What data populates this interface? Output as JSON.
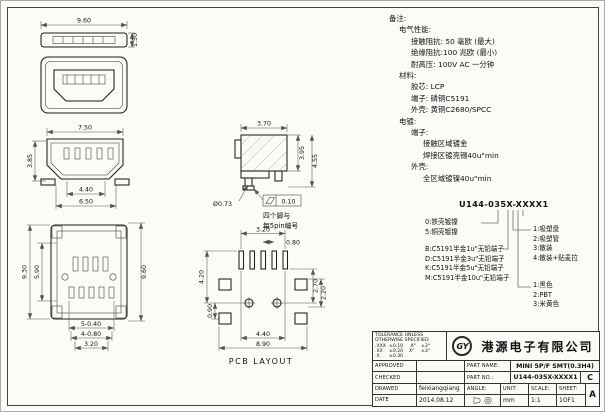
{
  "views": {
    "top_view": {
      "dim_width": "9.60",
      "dim_height": "1.50"
    },
    "front_view": {
      "dim_top": "7.50",
      "dim_left": "3.85",
      "dim_inner": "4.40",
      "dim_outer": "6.50"
    },
    "side_view": {
      "dim_top": "3.70",
      "dim_right_inner": "3.95",
      "dim_right_outer": "4.55",
      "dim_hole": "Ø0.73",
      "flatness_value": "0.10",
      "note_line1": "四个脚与",
      "note_line2": "每5pin编号"
    },
    "bottom_view": {
      "dim_left_outer": "9.30",
      "dim_left_inner": "5.90",
      "dim_right": "9.60",
      "dim_pins": "5-0.40",
      "dim_slots": "4-0.80",
      "dim_span": "3.20"
    },
    "pcb_layout": {
      "caption": "PCB LAYOUT",
      "dim_top_span": "3.20",
      "dim_pitch": "0.80",
      "dim_left_outer": "4.20",
      "dim_left_inner": "0.90",
      "dim_right_upper": "2.70",
      "dim_right_lower": "2.20",
      "dim_bottom_inner": "4.40",
      "dim_bottom_outer": "8.90"
    }
  },
  "notes": {
    "heading": "备注:",
    "electrical_heading": "电气性能:",
    "electrical_1": "接触阻抗: 50  毫欧 (最大)",
    "electrical_2": "绝缘阻抗:100  兆欧 (最小)",
    "electrical_3": "耐高压:  100V AC 一分钟",
    "material_heading": "材料:",
    "material_1": "胶芯: LCP",
    "material_2": "端子: 磷铜C5191",
    "material_3": "外壳: 黄铜C2680/SPCC",
    "plating_heading": "电镀:",
    "plating_terminal_heading": "端子:",
    "plating_terminal_1": "接触区域镀金",
    "plating_terminal_2": "焊接区镀亮锡40u\"min",
    "plating_shell_heading": "外壳:",
    "plating_shell_1": "全区域镀镍40u\"min"
  },
  "part_tree": {
    "part_number": "U144-035X-XXXX1",
    "shell_1": "0:铁壳镀镍",
    "shell_2": "5:铜壳镀镍",
    "terminal_1": "B:C5191半金1u\"无铅端子",
    "terminal_2": "D:C5191半金3u\"无铅端子",
    "terminal_3": "K:C5191半金5u\"无铅端子",
    "terminal_4": "M:C5191半金10u\"无铅端子",
    "packing_1": "1:吸塑盘",
    "packing_2": "2:吸塑管",
    "packing_3": "3:散装",
    "packing_4": "4:散装+贴麦拉",
    "color_1": "1:黑色",
    "color_2": "2:PBT",
    "color_3": "3:米黄色"
  },
  "title_block": {
    "tolerance_title_1": "TOLERANCE UNLESS",
    "tolerance_title_2": "OTHERWISE SPECIFIED",
    "tol_1_label": ".XXX",
    "tol_1_value": "±0.10",
    "tol_2_label": ".XX",
    "tol_2_value": "±0.20",
    "tol_3_label": ".X",
    "tol_3_value": "±0.30",
    "tol_4_label": ".X°",
    "tol_4_value": "±3°",
    "tol_5_label": "X°",
    "tol_5_value": "±3°",
    "logo_text": "GY",
    "company": "港源电子有限公司",
    "approved_label": "APPROVED",
    "checked_label": "CHECKED",
    "drawed_label": "DRAWED",
    "date_label": "DATE",
    "drawed_by": "feixiangqiang",
    "date_value": "2014.08.12",
    "part_name_label": "PART NAME:",
    "part_name": "MINI 5P/F SMT(0.3H4)",
    "part_no_label": "PART NO.:",
    "part_no": "U144-035X-XXXX1",
    "rev_row2": "C",
    "angle_label": "ANGLE:",
    "unit_label": "UNIT:",
    "unit_value": "mm",
    "scale_label": "SCALE:",
    "scale_value": "1:1",
    "sheet_label": "SHEET:",
    "sheet_value": "1OF1",
    "rev_bottom": "A"
  }
}
